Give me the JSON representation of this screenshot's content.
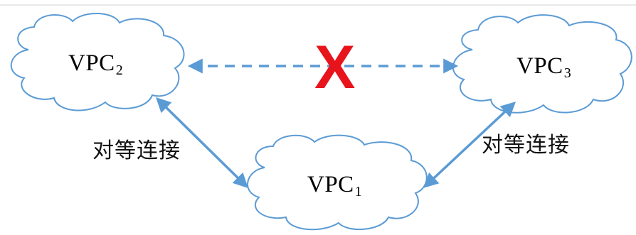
{
  "diagram": {
    "nodes": [
      {
        "id": "vpc2",
        "base": "VPC",
        "subscript": "2"
      },
      {
        "id": "vpc3",
        "base": "VPC",
        "subscript": "3"
      },
      {
        "id": "vpc1",
        "base": "VPC",
        "subscript": "1"
      }
    ],
    "edges": [
      {
        "from": "vpc2",
        "to": "vpc1",
        "style": "solid",
        "label": "对等连接"
      },
      {
        "from": "vpc3",
        "to": "vpc1",
        "style": "solid",
        "label": "对等连接"
      },
      {
        "from": "vpc2",
        "to": "vpc3",
        "style": "dashed",
        "label": "",
        "blocked_marker": "X"
      }
    ],
    "colors": {
      "cloud_stroke": "#5b9bd5",
      "arrow": "#5b9bd5",
      "blocked_marker": "#e8141c"
    }
  }
}
